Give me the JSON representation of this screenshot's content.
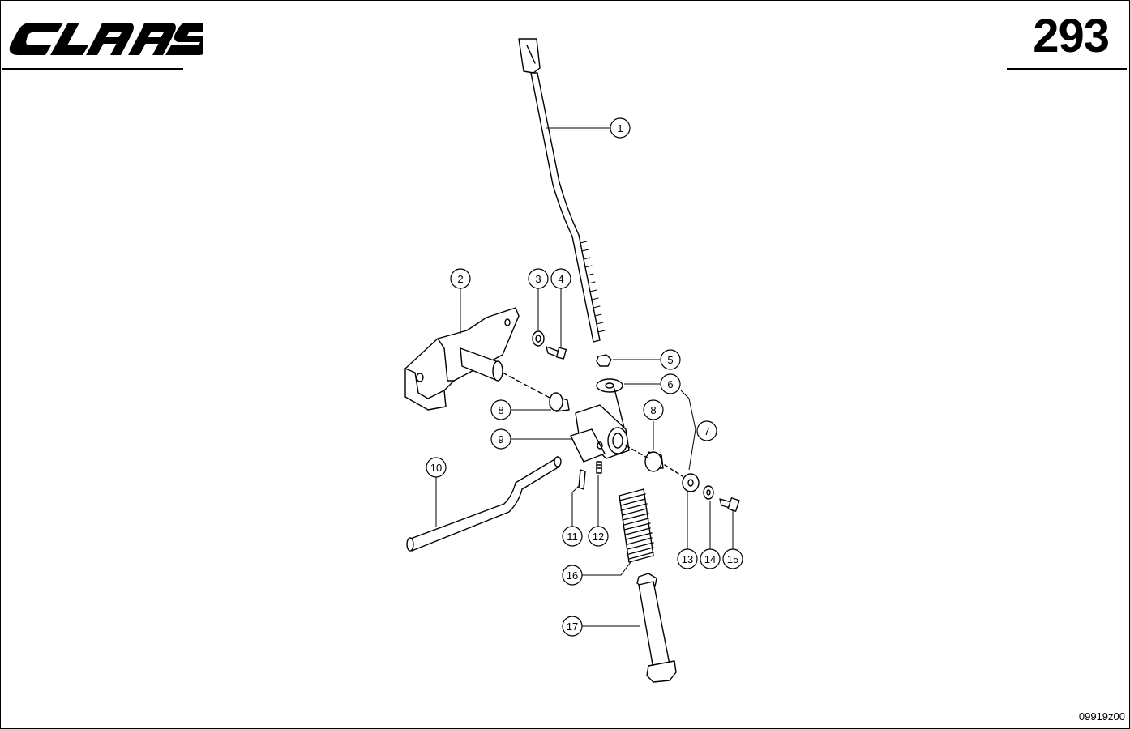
{
  "brand": {
    "logo_text": "CLAAS"
  },
  "header": {
    "page_number": "293"
  },
  "footer": {
    "drawing_code": "09919z00"
  },
  "callouts": [
    {
      "id": "c1",
      "label": "1"
    },
    {
      "id": "c2",
      "label": "2"
    },
    {
      "id": "c3",
      "label": "3"
    },
    {
      "id": "c4",
      "label": "4"
    },
    {
      "id": "c5",
      "label": "5"
    },
    {
      "id": "c6",
      "label": "6"
    },
    {
      "id": "c7",
      "label": "7"
    },
    {
      "id": "c8a",
      "label": "8"
    },
    {
      "id": "c8b",
      "label": "8"
    },
    {
      "id": "c9",
      "label": "9"
    },
    {
      "id": "c10",
      "label": "10"
    },
    {
      "id": "c11",
      "label": "11"
    },
    {
      "id": "c12",
      "label": "12"
    },
    {
      "id": "c13",
      "label": "13"
    },
    {
      "id": "c14",
      "label": "14"
    },
    {
      "id": "c15",
      "label": "15"
    },
    {
      "id": "c16",
      "label": "16"
    },
    {
      "id": "c17",
      "label": "17"
    }
  ]
}
